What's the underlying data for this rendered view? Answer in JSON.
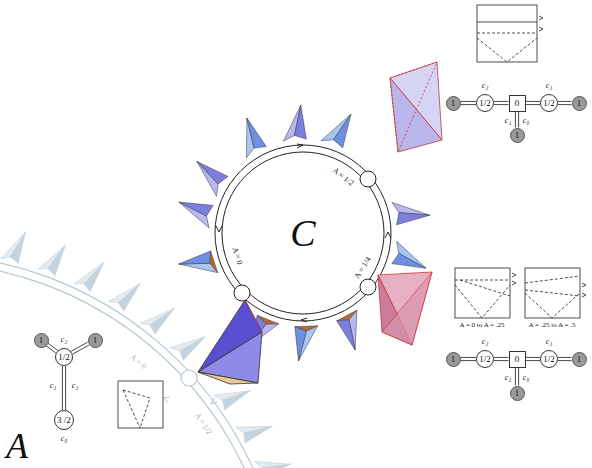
{
  "diagram": {
    "nodes": [
      {
        "text": [
          "1"
        ]
      },
      {
        "text": [
          "1/2"
        ]
      },
      {
        "text": [
          "0"
        ]
      },
      {
        "text": [
          "1/2"
        ]
      },
      {
        "text": [
          "1"
        ]
      },
      {
        "text": [
          "1"
        ]
      },
      {
        "text": [
          "1"
        ]
      },
      {
        "text": [
          "1/2"
        ]
      },
      {
        "text": [
          "0"
        ]
      },
      {
        "text": [
          "1/2"
        ]
      },
      {
        "text": [
          "1"
        ]
      },
      {
        "text": [
          "1"
        ]
      },
      {
        "text": [
          "1"
        ]
      },
      {
        "text": [
          "1/2"
        ]
      },
      {
        "text": [
          "1"
        ]
      },
      {
        "text": [
          "3 /2"
        ]
      }
    ],
    "edges": [
      {
        "from": 0,
        "to": 1,
        "arrow": "none"
      },
      {
        "from": 1,
        "to": 2,
        "arrow": "none"
      },
      {
        "from": 2,
        "to": 3,
        "arrow": "none"
      },
      {
        "from": 3,
        "to": 4,
        "arrow": "none"
      },
      {
        "from": 2,
        "to": 5,
        "arrow": "none"
      },
      {
        "from": 6,
        "to": 7,
        "arrow": "none"
      },
      {
        "from": 7,
        "to": 8,
        "arrow": "none"
      },
      {
        "from": 8,
        "to": 9,
        "arrow": "none"
      },
      {
        "from": 9,
        "to": 10,
        "arrow": "none"
      },
      {
        "from": 8,
        "to": 11,
        "arrow": "none"
      },
      {
        "from": 13,
        "to": 12,
        "arrow": "none"
      },
      {
        "from": 13,
        "to": 14,
        "arrow": "none"
      },
      {
        "from": 13,
        "to": 15,
        "arrow": "none"
      }
    ],
    "labels": [
      "C",
      "A = 1/2",
      "A = 1/4",
      "A = 0",
      "A = 0",
      "A = 1/2",
      "A",
      "c₂",
      "c₃",
      "c₁",
      "c₀",
      "A = 0 to A = .25",
      "A = .25 to A = .5",
      "c₂",
      "c₃",
      "c₁",
      "c₀",
      "c₂",
      "c₁",
      "c₃",
      "c₀"
    ]
  }
}
